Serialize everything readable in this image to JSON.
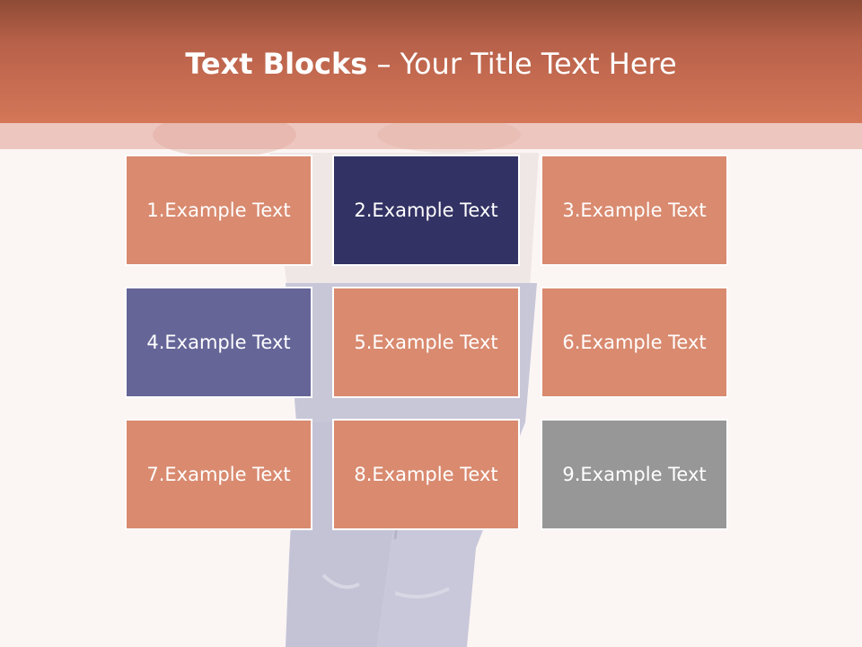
{
  "title": {
    "bold": "Text Blocks",
    "dash": "–",
    "rest": "Your Title Text Here"
  },
  "colors": {
    "header": "#c96f53",
    "tile_default": "#d98a6f",
    "tile_navy": "#323264",
    "tile_purple": "#656598",
    "tile_gray": "#979797"
  },
  "blocks": [
    {
      "label": "1.Example Text",
      "color": "#d98a6f"
    },
    {
      "label": "2.Example Text",
      "color": "#323264"
    },
    {
      "label": "3.Example Text",
      "color": "#d98a6f"
    },
    {
      "label": "4.Example Text",
      "color": "#656598"
    },
    {
      "label": "5.Example Text",
      "color": "#d98a6f"
    },
    {
      "label": "6.Example Text",
      "color": "#d98a6f"
    },
    {
      "label": "7.Example Text",
      "color": "#d98a6f"
    },
    {
      "label": "8.Example Text",
      "color": "#d98a6f"
    },
    {
      "label": "9.Example Text",
      "color": "#979797"
    }
  ]
}
